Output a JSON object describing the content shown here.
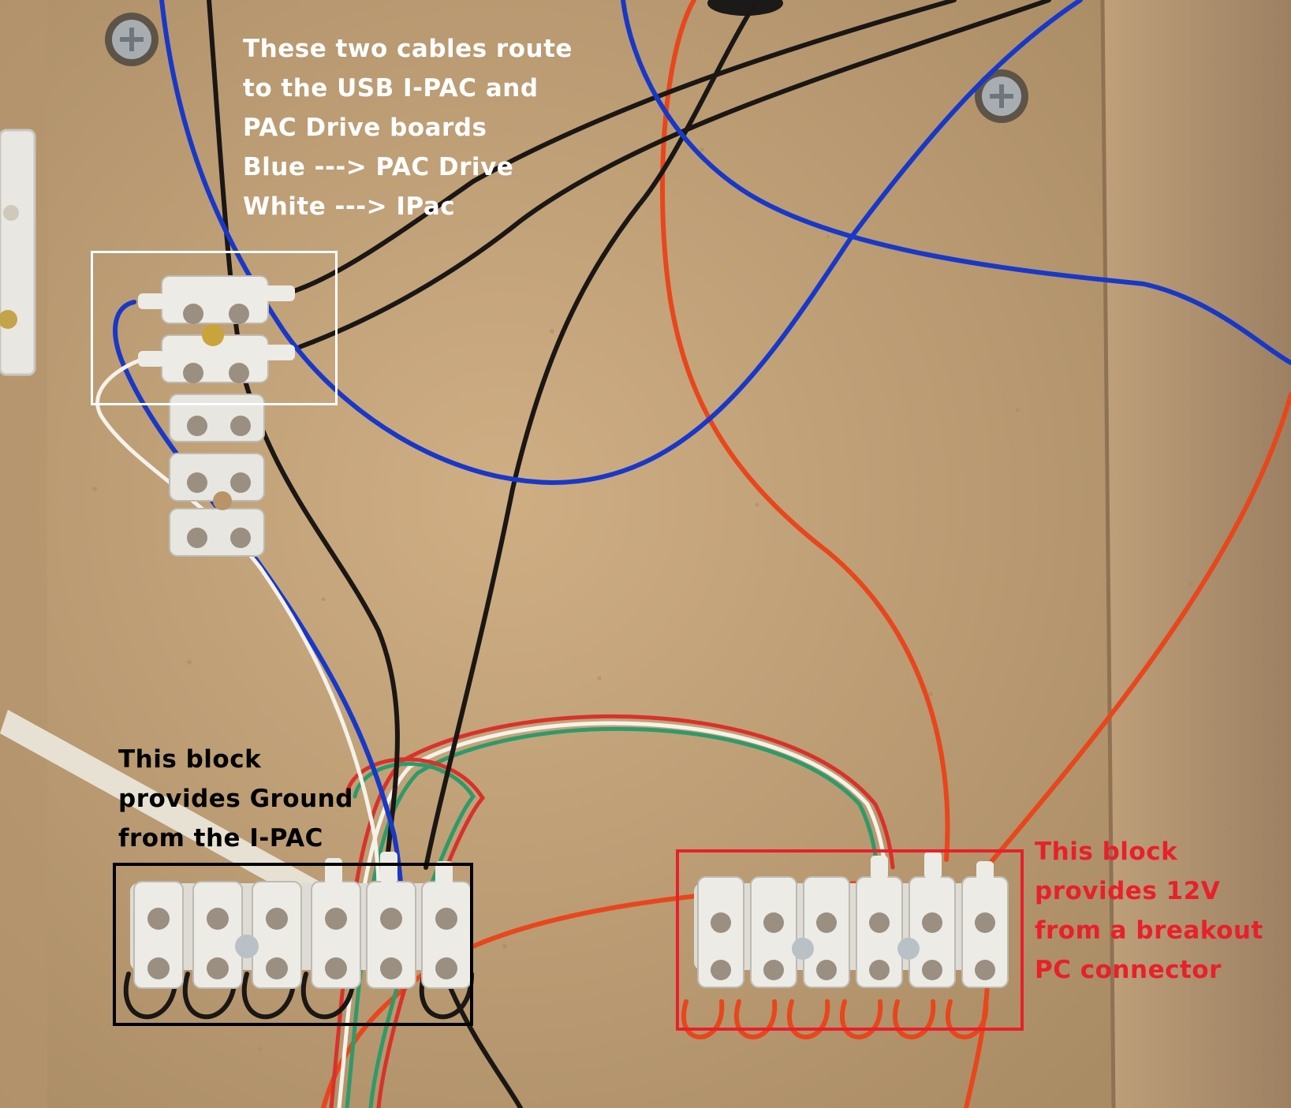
{
  "captions": {
    "top": [
      "These two cables route",
      "to the USB I-PAC and",
      "PAC Drive boards",
      "Blue ---> PAC Drive",
      "White ---> IPac"
    ],
    "ground_block": [
      "This block",
      "provides Ground",
      "from the I-PAC"
    ],
    "power_block": [
      "This block",
      "provides 12V",
      "from a breakout",
      "PC connector"
    ]
  },
  "colors": {
    "board": "#c7a77e",
    "wire_blue": "#1838c8",
    "wire_black": "#1a1714",
    "wire_red": "#e8461c",
    "wire_white": "#f4f2ea",
    "wire_green": "#2e9a6a",
    "terminal": "#ecebe6",
    "highlight_white": "#ffffff",
    "highlight_black": "#000000",
    "highlight_red": "#e8202a"
  }
}
